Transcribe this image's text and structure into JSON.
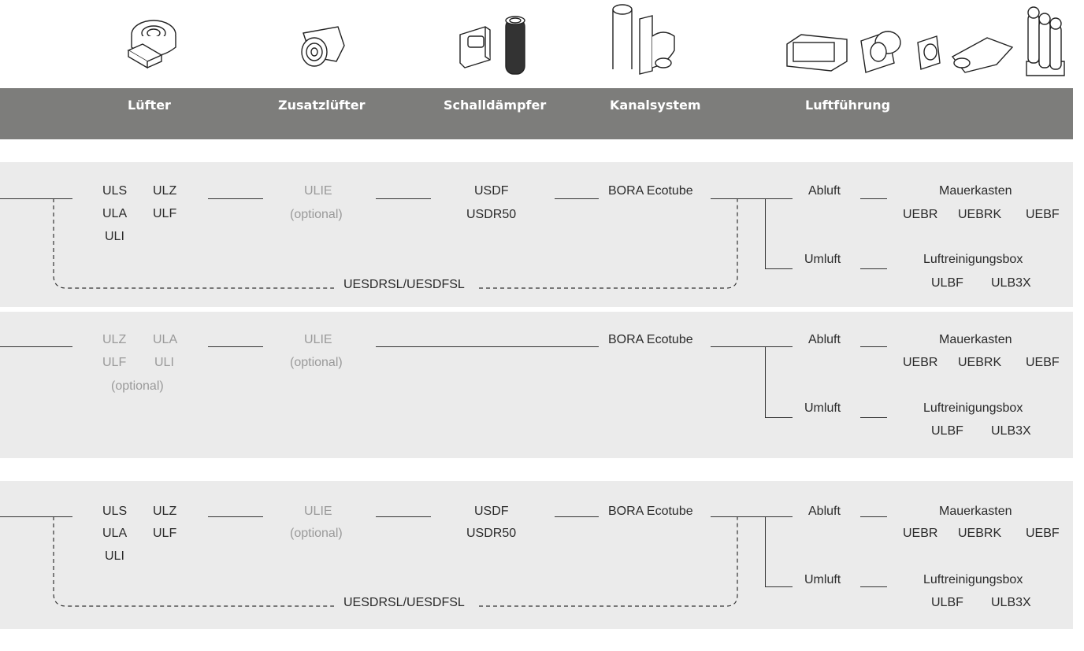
{
  "icons": {
    "luefter": "fan-icon",
    "zusatzluefter": "additional-fan-icon",
    "schalldaempfer": "silencer-icon",
    "kanalsystem": "duct-icon",
    "luftfuehrung": "air-routing-icon"
  },
  "header": {
    "luefter": "Lüfter",
    "zusatzluefter": "Zusatzlüfter",
    "schalldaempfer": "Schalldämpfer",
    "kanalsystem": "Kanalsystem",
    "luftfuehrung": "Luftführung"
  },
  "colors": {
    "header_bg": "#7d7d7b",
    "band_bg": "#ebebeb",
    "muted_text": "#9a9a9a"
  },
  "rows": [
    {
      "fans": [
        "ULS",
        "ULZ",
        "ULA",
        "ULF",
        "ULI"
      ],
      "fans_optional": "",
      "extra_fan": "ULIE",
      "extra_fan_optional": "(optional)",
      "silencer": [
        "USDF",
        "USDR50"
      ],
      "duct": "BORA Ecotube",
      "bypass": "UESDRSL/UESDFSL",
      "abluft": "Abluft",
      "abluft_target": "Mauerkasten",
      "abluft_items": [
        "UEBR",
        "UEBRK",
        "UEBF"
      ],
      "umluft": "Umluft",
      "umluft_target": "Luftreinigungsbox",
      "umluft_items": [
        "ULBF",
        "ULB3X"
      ]
    },
    {
      "fans": [
        "ULZ",
        "ULA",
        "ULF",
        "ULI"
      ],
      "fans_optional": "(optional)",
      "extra_fan": "ULIE",
      "extra_fan_optional": "(optional)",
      "silencer": [],
      "duct": "BORA Ecotube",
      "bypass": "",
      "abluft": "Abluft",
      "abluft_target": "Mauerkasten",
      "abluft_items": [
        "UEBR",
        "UEBRK",
        "UEBF"
      ],
      "umluft": "Umluft",
      "umluft_target": "Luftreinigungsbox",
      "umluft_items": [
        "ULBF",
        "ULB3X"
      ]
    },
    {
      "fans": [
        "ULS",
        "ULZ",
        "ULA",
        "ULF",
        "ULI"
      ],
      "fans_optional": "",
      "extra_fan": "ULIE",
      "extra_fan_optional": "(optional)",
      "silencer": [
        "USDF",
        "USDR50"
      ],
      "duct": "BORA Ecotube",
      "bypass": "UESDRSL/UESDFSL",
      "abluft": "Abluft",
      "abluft_target": "Mauerkasten",
      "abluft_items": [
        "UEBR",
        "UEBRK",
        "UEBF"
      ],
      "umluft": "Umluft",
      "umluft_target": "Luftreinigungsbox",
      "umluft_items": [
        "ULBF",
        "ULB3X"
      ]
    }
  ]
}
